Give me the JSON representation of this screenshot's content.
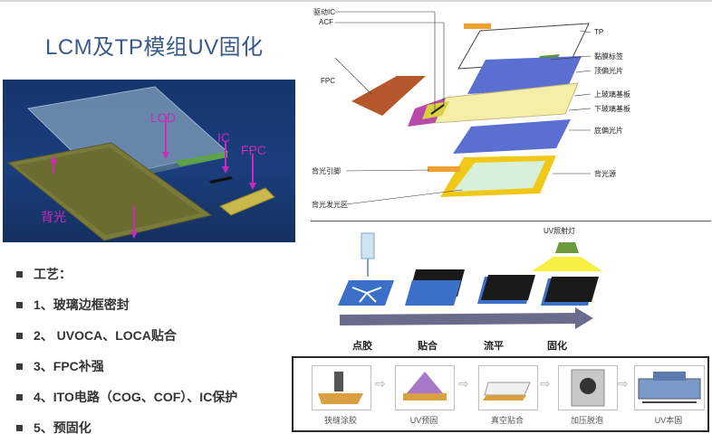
{
  "title": "LCM及TP模组UV固化",
  "lcm_labels": {
    "lcd": "LCD",
    "ic": "IC",
    "fpc": "FPC",
    "backlight": "背光"
  },
  "process": {
    "items": [
      {
        "label": "工艺："
      },
      {
        "label": "1、玻璃边框密封"
      },
      {
        "label": "2、 UVOCA、LOCA贴合"
      },
      {
        "label": "3、FPC补强"
      },
      {
        "label": "4、ITO电路（COG、COF）、IC保护"
      },
      {
        "label": "5、预固化"
      }
    ]
  },
  "exploded": {
    "driver_ic": "驱动IC",
    "acf": "ACF",
    "fpc": "FPC",
    "tp": "TP",
    "label_tag": "黏膜标签",
    "top_polarizer": "顶偏光片",
    "upper_glass": "上玻璃基板",
    "lower_glass": "下玻璃基板",
    "bottom_polarizer": "底偏光片",
    "backlight_pin": "背光引脚",
    "backlight": "背光源",
    "backlight_emit": "背光发光区"
  },
  "uv_steps": {
    "lamp": "UV照射灯",
    "dispense": "点胶",
    "laminate": "贴合",
    "level": "流平",
    "cure": "固化"
  },
  "bottom_steps": [
    "狭缝涂胶",
    "UV预固",
    "真空贴合",
    "加压脱泡",
    "UV本固"
  ],
  "colors": {
    "title": "#3b5a8a",
    "accent": "#c92bb8",
    "panel": "#1a3e7d"
  }
}
